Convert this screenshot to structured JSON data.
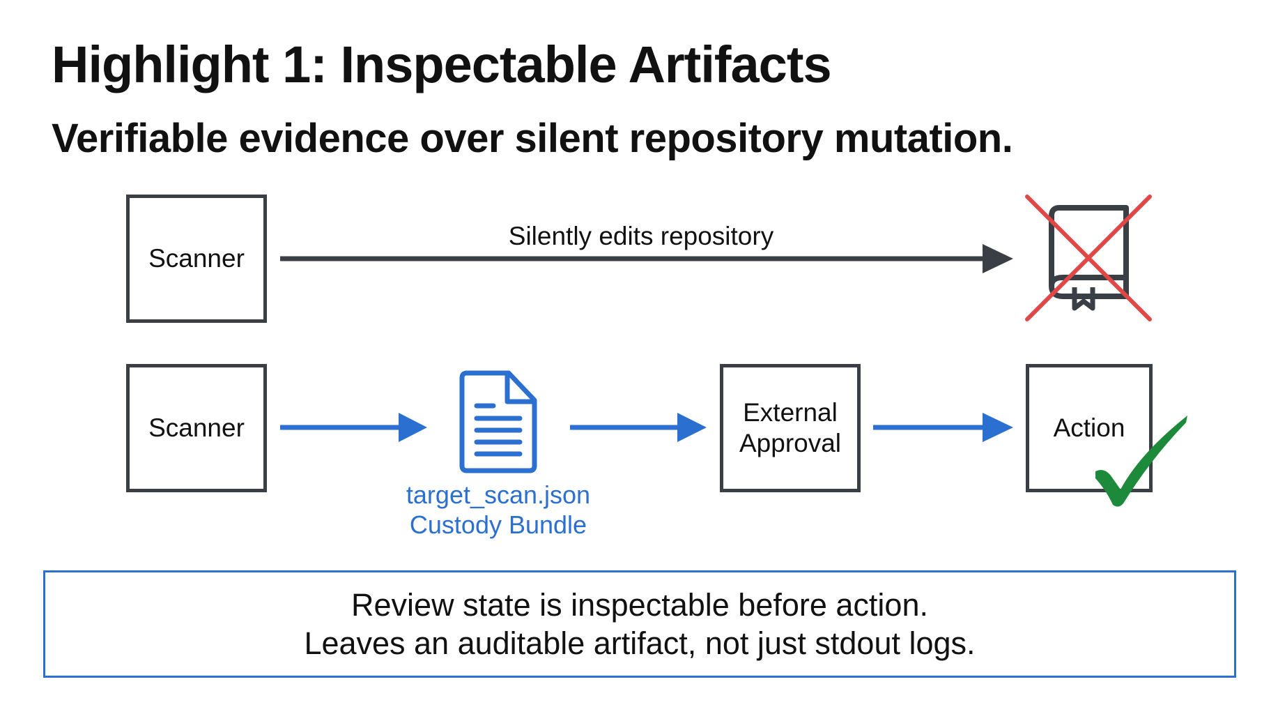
{
  "slide": {
    "title": "Highlight 1: Inspectable Artifacts",
    "subtitle": "Verifiable evidence over silent repository mutation."
  },
  "diagram": {
    "top_row": {
      "source_label": "Scanner",
      "arrow_label": "Silently edits repository",
      "target_icon": "repository-book-icon",
      "target_mark": "red-cross-icon"
    },
    "bottom_row": {
      "source_label": "Scanner",
      "artifact_icon": "document-icon",
      "artifact_caption_line1": "target_scan.json",
      "artifact_caption_line2": "Custody Bundle",
      "approval_line1": "External",
      "approval_line2": "Approval",
      "action_label": "Action",
      "action_mark": "green-checkmark-icon"
    }
  },
  "callout": {
    "line1": "Review state is inspectable before action.",
    "line2": "Leaves an auditable artifact, not just stdout logs."
  },
  "colors": {
    "text": "#111111",
    "box_border": "#3a3f45",
    "dark_arrow": "#3a3f45",
    "blue": "#2b6fd1",
    "cross_red": "#e04848",
    "check_green": "#1c8a3a"
  }
}
